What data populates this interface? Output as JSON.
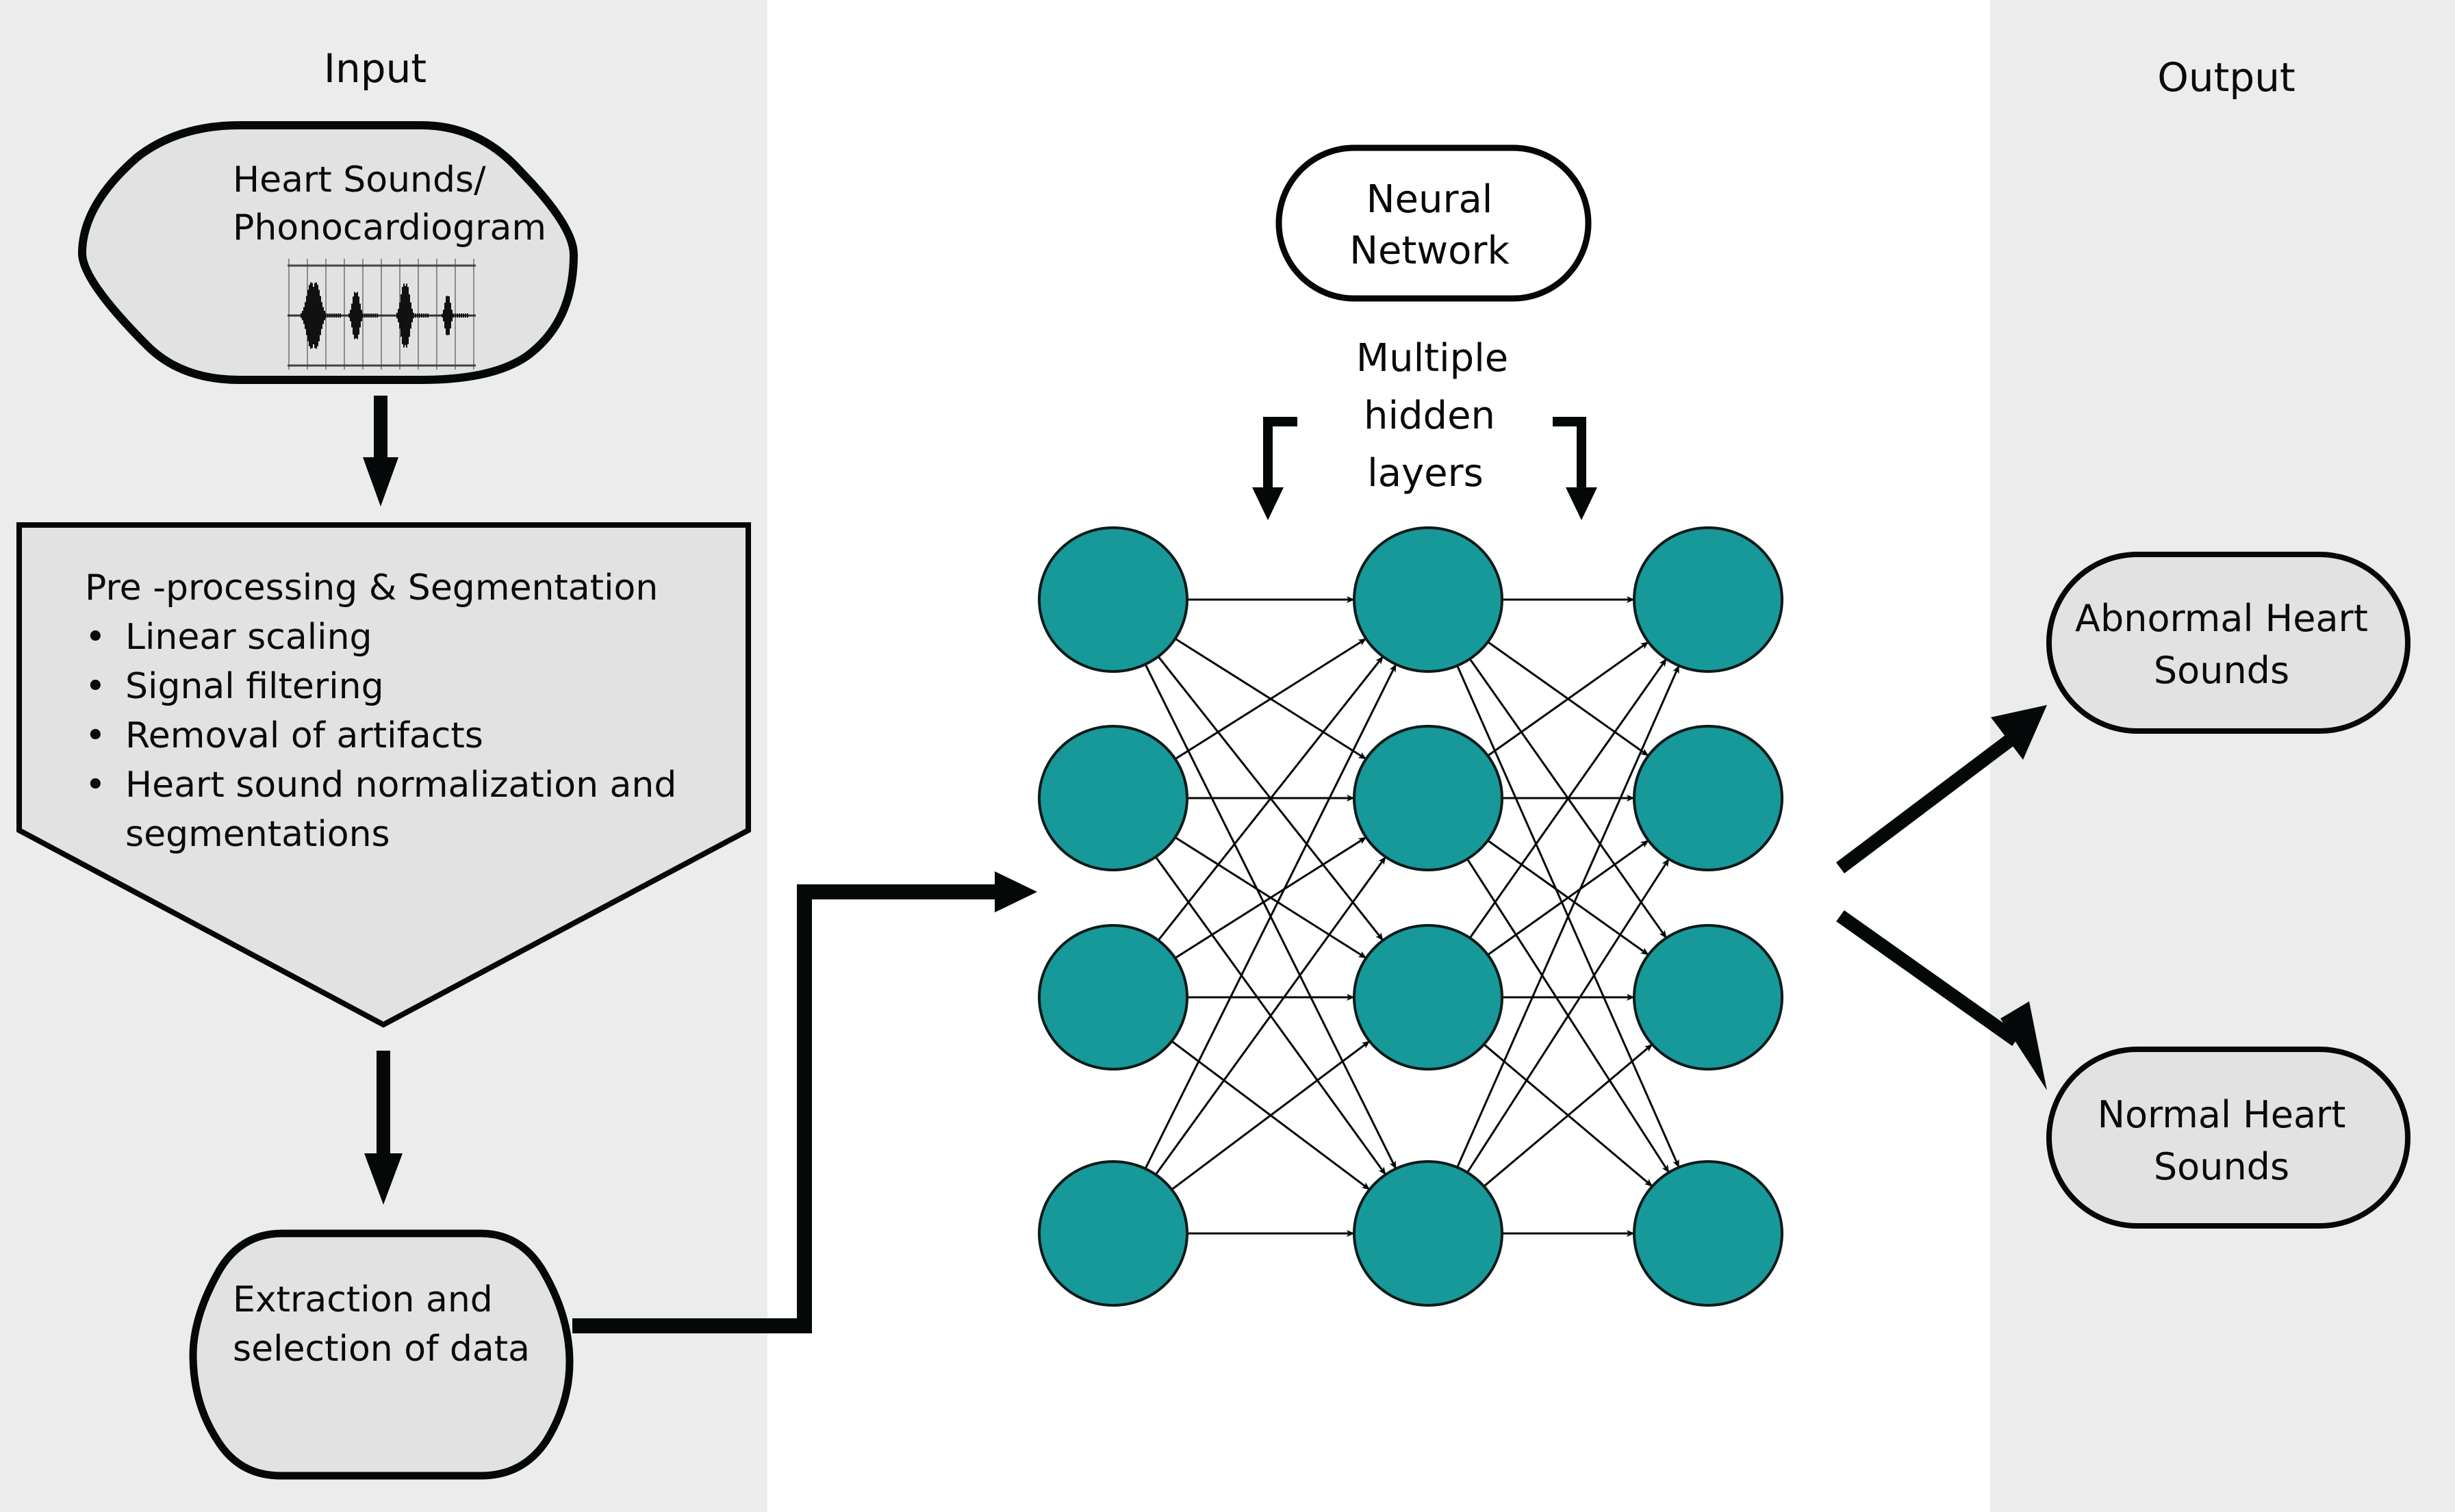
{
  "colors": {
    "side_panel_bg": "#ececec",
    "center_bg": "#ffffff",
    "box_fill": "#e2e2e2",
    "stroke": "#050808",
    "node_fill": "#17999a",
    "node_stroke": "#0a1a1a"
  },
  "input_panel": {
    "title": "Input",
    "source_box": {
      "line1": "Heart Sounds/",
      "line2": "Phonocardiogram",
      "icon": "phonocardiogram-waveform-icon"
    },
    "preprocessing_box": {
      "heading": "Pre -processing & Segmentation",
      "bullet": "•",
      "items": [
        "Linear scaling",
        "Signal filtering",
        "Removal of artifacts",
        "Heart sound normalization and"
      ],
      "continuation": "segmentations"
    },
    "extraction_box": {
      "line1": "Extraction and",
      "line2": "selection of data"
    }
  },
  "center_panel": {
    "neural_network_box": {
      "line1": "Neural",
      "line2": "Network"
    },
    "hidden_layers_label": {
      "line1": "Multiple",
      "line2": "hidden",
      "line3": "layers"
    },
    "network": {
      "layers": [
        4,
        4,
        4
      ],
      "connections": "fully-connected"
    }
  },
  "output_panel": {
    "title": "Output",
    "outputs": [
      {
        "line1": "Abnormal Heart",
        "line2": "Sounds"
      },
      {
        "line1": "Normal Heart",
        "line2": "Sounds"
      }
    ]
  }
}
